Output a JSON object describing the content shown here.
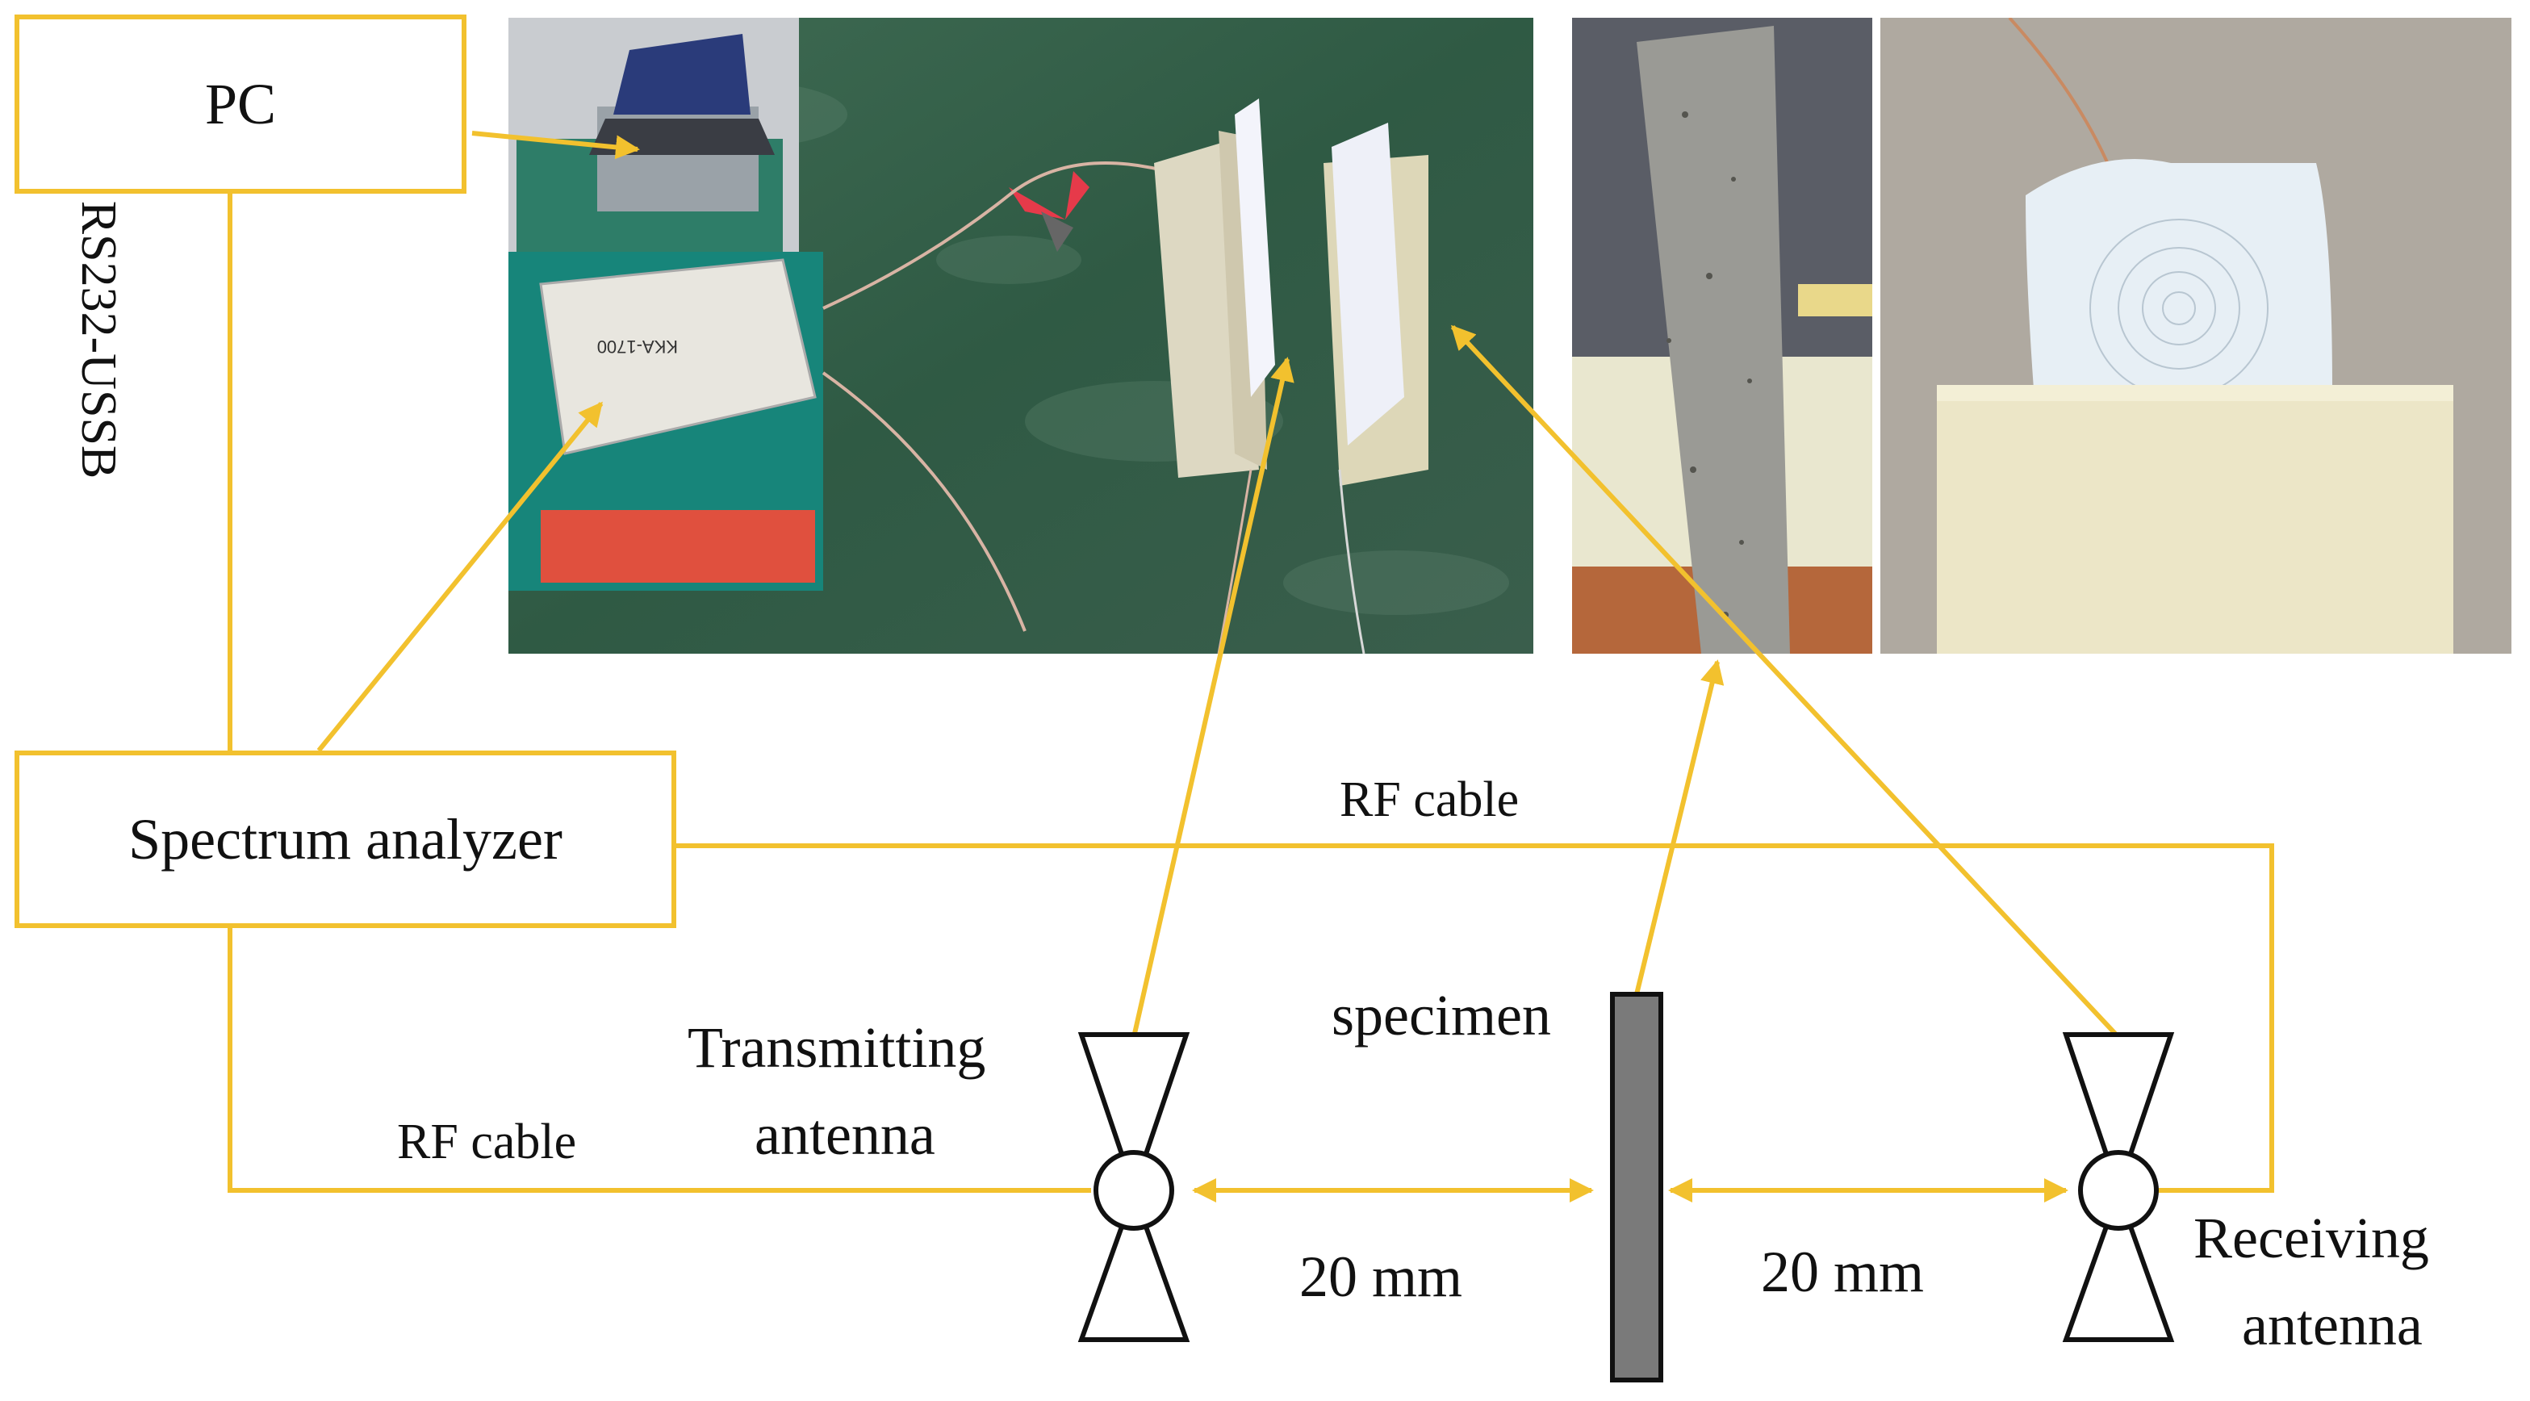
{
  "boxes": {
    "pc": "PC",
    "spectrum_analyzer": "Spectrum analyzer"
  },
  "labels": {
    "rs232": "RS232-USSB",
    "rf_cable_top": "RF cable",
    "rf_cable_bottom": "RF cable",
    "transmitting_line1": "Transmitting",
    "transmitting_line2": "antenna",
    "specimen": "specimen",
    "receiving_line1": "Receiving",
    "receiving_line2": "antenna",
    "distance_left": "20 mm",
    "distance_right": "20 mm"
  },
  "photo_labels": {
    "device_line1": "KKA-1700"
  },
  "colors": {
    "connector": "#f2c12e",
    "specimen": "#7a7a7a",
    "antenna_outline": "#111111"
  }
}
